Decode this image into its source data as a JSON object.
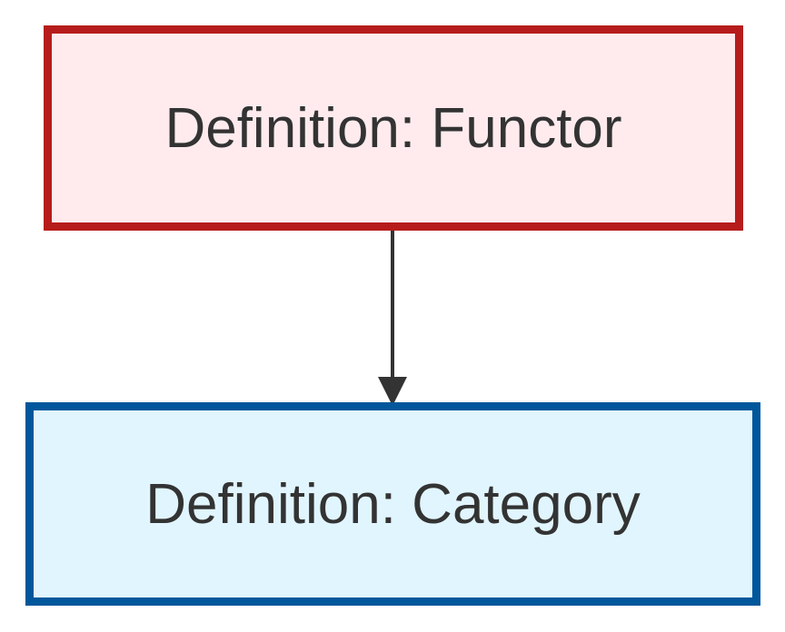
{
  "diagram": {
    "nodes": {
      "functor": {
        "label": "Definition: Functor",
        "fill": "#ffebee",
        "stroke": "#b71c1c"
      },
      "category": {
        "label": "Definition: Category",
        "fill": "#e1f5fe",
        "stroke": "#01579b"
      }
    },
    "edges": [
      {
        "from": "functor",
        "to": "category",
        "color": "#333333"
      }
    ]
  }
}
